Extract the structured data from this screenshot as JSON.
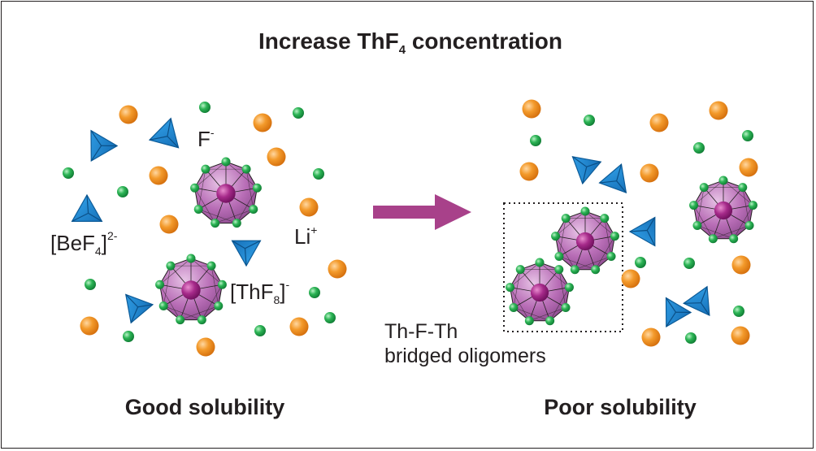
{
  "title": {
    "prefix": "Increase ThF",
    "subscript": "4",
    "suffix": " concentration"
  },
  "left_panel": {
    "caption": "Good solubility",
    "labels": {
      "fluoride": {
        "text": "F",
        "superscript": "-"
      },
      "lithium": {
        "text": "Li",
        "superscript": "+"
      },
      "befluoride": {
        "open": "[BeF",
        "subscript": "4",
        "close": "]",
        "superscript": "2-"
      },
      "thfluoride": {
        "open": "[ThF",
        "subscript": "8",
        "close": "]",
        "superscript": "-"
      }
    }
  },
  "right_panel": {
    "caption": "Poor solubility",
    "box_label_line1": "Th-F-Th",
    "box_label_line2": "bridged oligomers"
  },
  "colors": {
    "lithium_ion": "#f0901e",
    "fluoride_ion": "#1fa24a",
    "beryllium_tetrahedron": "#1e88d4",
    "thorium_polyhedron": "#b468b4",
    "thorium_core": "#8e1f7a",
    "arrow": "#a8418a",
    "text": "#231f20"
  },
  "icons": {
    "lithium": "orange-sphere",
    "fluoride": "green-sphere",
    "beryllium_fluoride": "blue-tetrahedron",
    "thorium_fluoride": "purple-polyhedron",
    "transition": "right-arrow"
  }
}
